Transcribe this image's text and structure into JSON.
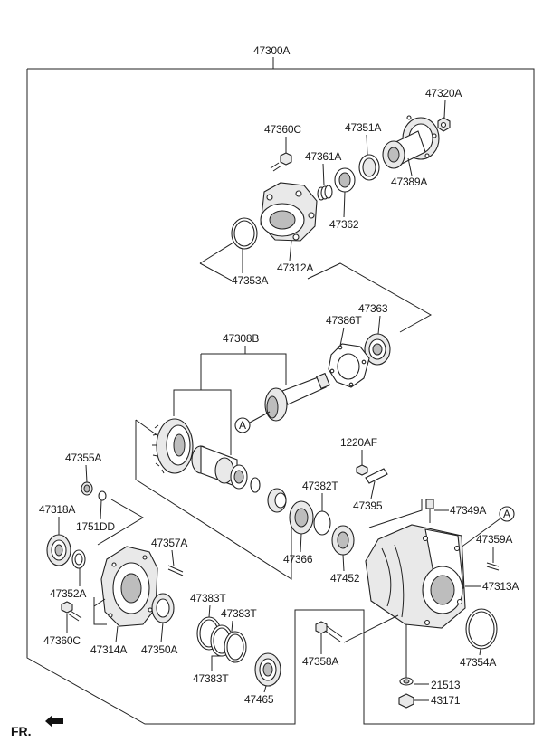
{
  "assembly": {
    "label": "47300A"
  },
  "parts": {
    "p47320A": "47320A",
    "p47360C_top": "47360C",
    "p47351A": "47351A",
    "p47361A": "47361A",
    "p47389A": "47389A",
    "p47362": "47362",
    "p47353A": "47353A",
    "p47312A": "47312A",
    "p47363": "47363",
    "p47386T": "47386T",
    "p47308B": "47308B",
    "p1220AF": "1220AF",
    "p47355A": "47355A",
    "p47382T": "47382T",
    "p47395": "47395",
    "p47349A": "47349A",
    "p47318A": "47318A",
    "p1751DD": "1751DD",
    "p47359A": "47359A",
    "p47357A": "47357A",
    "p47366": "47366",
    "p47452": "47452",
    "p47313A": "47313A",
    "p47352A": "47352A",
    "p47383T_a": "47383T",
    "p47383T_b": "47383T",
    "p47383T_c": "47383T",
    "p47360C_bot": "47360C",
    "p47314A": "47314A",
    "p47350A": "47350A",
    "p47358A": "47358A",
    "p47354A": "47354A",
    "p47465": "47465",
    "p21513": "21513",
    "p43171": "43171"
  },
  "callouts": {
    "ref_a_1": "A",
    "ref_a_2": "A"
  },
  "direction": {
    "label": "FR."
  }
}
